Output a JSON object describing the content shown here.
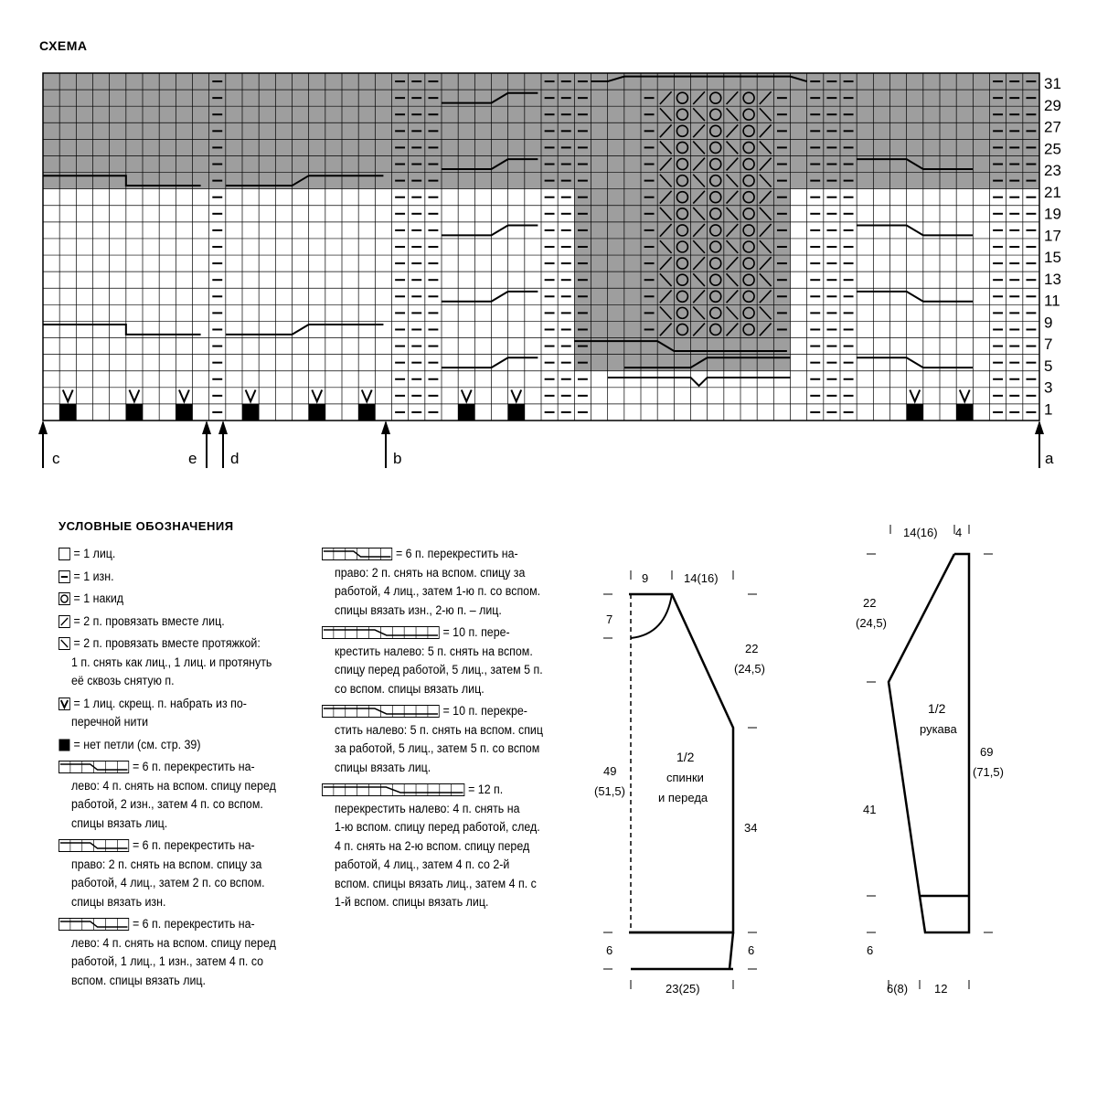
{
  "title": "СХЕМА",
  "chart": {
    "row_numbers": [
      "31",
      "29",
      "27",
      "25",
      "23",
      "21",
      "19",
      "17",
      "15",
      "13",
      "11",
      "9",
      "7",
      "5",
      "3",
      "1"
    ],
    "markers": {
      "c": "c",
      "e": "e",
      "d": "d",
      "b": "b",
      "a": "a"
    },
    "symbols": {
      "knit": "",
      "purl": "–",
      "yo": "O",
      "k2tog": "/",
      "ssk": "\\",
      "m1": "V"
    }
  },
  "legend": {
    "heading": "УСЛОВНЫЕ ОБОЗНАЧЕНИЯ",
    "col1": [
      {
        "sym": "empty",
        "lines": [
          "= 1 лиц."
        ]
      },
      {
        "sym": "dash",
        "lines": [
          "= 1 изн."
        ]
      },
      {
        "sym": "o",
        "lines": [
          "= 1 накид"
        ]
      },
      {
        "sym": "slash",
        "lines": [
          "= 2 п. провязать вместе лиц."
        ]
      },
      {
        "sym": "bslash",
        "lines": [
          "= 2 п. провязать вместе протяжкой:",
          "1 п. снять как лиц., 1 лиц. и протянуть",
          "её сквозь снятую п."
        ]
      },
      {
        "sym": "v",
        "lines": [
          "= 1 лиц. скрещ. п. набрать из по-",
          "перечной нити"
        ]
      },
      {
        "sym": "black",
        "lines": [
          "= нет петли (см. стр. 39)"
        ]
      },
      {
        "sym": "cable1",
        "lines": [
          "= 6 п. перекрестить на-",
          "лево: 4 п. снять на вспом. спицу перед",
          "работой, 2 изн., затем 4 п. со вспом.",
          "спицы вязать лиц."
        ]
      },
      {
        "sym": "cable2",
        "lines": [
          "= 6 п. перекрестить на-",
          "право: 2 п. снять на вспом. спицу за",
          "работой, 4 лиц., затем 2 п. со вспом.",
          "спицы вязать изн."
        ]
      },
      {
        "sym": "cable3",
        "lines": [
          "= 6 п. перекрестить на-",
          "лево: 4 п. снять на вспом. спицу перед",
          "работой, 1 лиц., 1 изн., затем 4 п. со",
          "вспом. спицы вязать лиц."
        ]
      }
    ],
    "col2": [
      {
        "sym": "cable4",
        "lines": [
          "= 6 п. перекрестить на-",
          "право: 2 п. снять на вспом. спицу за",
          "работой, 4 лиц., затем 1-ю п. со вспом.",
          "спицы вязать изн., 2-ю п. – лиц."
        ]
      },
      {
        "sym": "cable5",
        "lines": [
          "= 10 п. пере-",
          "крестить налево: 5 п. снять на вспом.",
          "спицу перед работой, 5 лиц., затем 5 п.",
          "со вспом. спицы вязать лиц."
        ]
      },
      {
        "sym": "cable6",
        "lines": [
          "= 10 п. перекре-",
          "стить налево: 5 п. снять на вспом. спиц",
          "за работой, 5 лиц., затем 5 п. со вспом",
          "спицы вязать лиц."
        ]
      },
      {
        "sym": "cable7",
        "lines": [
          "= 12 п.",
          "перекрестить налево: 4 п. снять на",
          "1-ю вспом. спицу перед работой, след.",
          "4 п. снять на 2-ю вспом. спицу перед",
          "работой, 4 лиц., затем 4 п. со 2-й",
          "вспом. спицы вязать лиц., затем 4 п. с",
          "1-й вспом. спицы вязать лиц."
        ]
      }
    ]
  },
  "body_pattern": {
    "top_left": "9",
    "top_right": "14(16)",
    "neck": "7",
    "armhole_a": "22",
    "armhole_b": "(24,5)",
    "side_a": "49",
    "side_b": "(51,5)",
    "label_1": "1/2",
    "label_2": "спинки",
    "label_3": "и переда",
    "side_right": "34",
    "rib_left": "6",
    "rib_right": "6",
    "bottom": "23(25)"
  },
  "sleeve_pattern": {
    "top_a": "14(16)",
    "top_b": "4",
    "cap_a": "22",
    "cap_b": "(24,5)",
    "label_1": "1/2",
    "label_2": "рукава",
    "len_a": "69",
    "len_b": "(71,5)",
    "seam": "41",
    "rib": "6",
    "bottom_a": "6(8)",
    "bottom_b": "12"
  }
}
